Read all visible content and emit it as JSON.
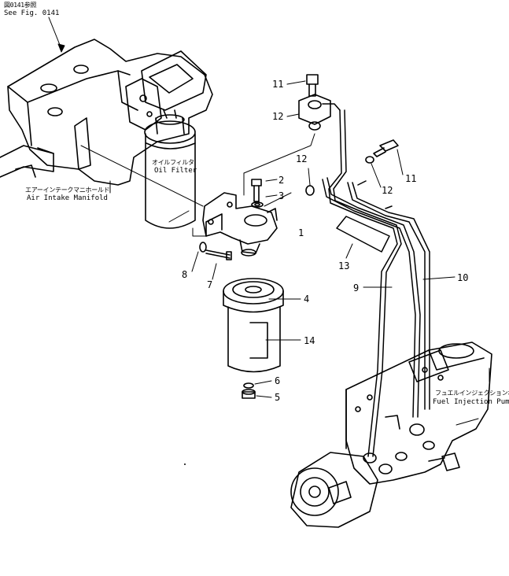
{
  "diagram": {
    "ref": {
      "jp": "図0141参照",
      "en": "See Fig. 0141"
    },
    "oil_filter": {
      "jp": "オイルフィルタ",
      "en": "Oil Filter"
    },
    "intake": {
      "jp": "エアーインテークマニホールド",
      "en": "Air Intake Manifold"
    },
    "pump": {
      "jp": "フュエルインジェクションポンプ",
      "en": "Fuel Injection Pump"
    },
    "callouts": {
      "c1": "1",
      "c2": "2",
      "c3": "3",
      "c4": "4",
      "c5": "5",
      "c6": "6",
      "c7": "7",
      "c8": "8",
      "c9": "9",
      "c10": "10",
      "c11a": "11",
      "c11b": "11",
      "c12a": "12",
      "c12b": "12",
      "c12c": "12",
      "c13": "13",
      "c14": "14"
    }
  }
}
